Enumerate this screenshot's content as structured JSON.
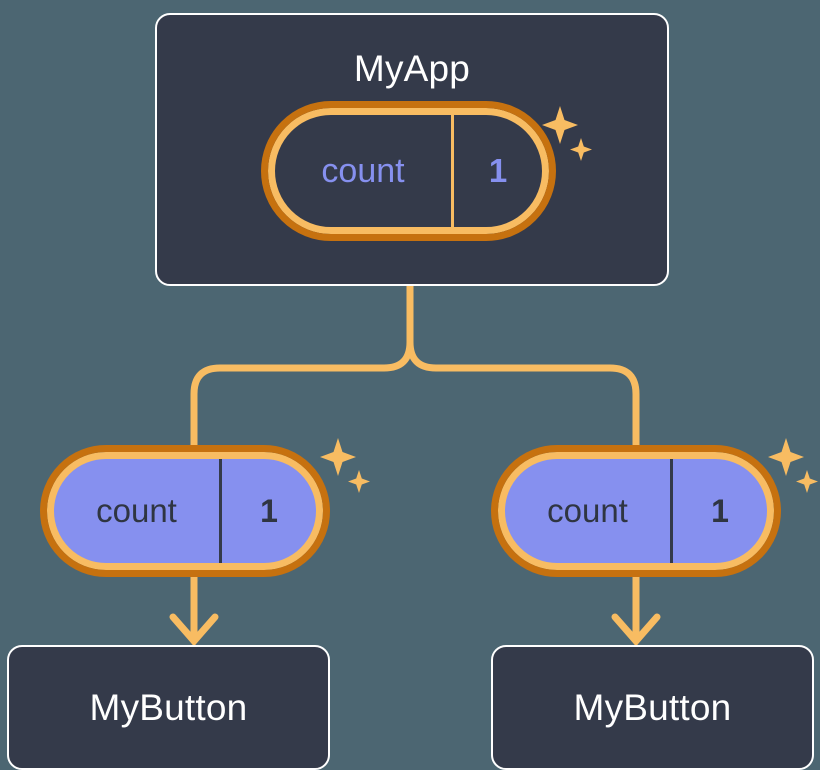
{
  "diagram": {
    "title": "MyApp",
    "theme": {
      "background": "#4c6672",
      "card_fill": "#343a4a",
      "card_border": "#ffffff",
      "accent_light": "#f8bc62",
      "accent_dark": "#c6710f",
      "state_purple": "#8690ef",
      "text_light": "#ffffff",
      "text_dark": "#2f3542"
    }
  },
  "root": {
    "label": "MyApp",
    "state": {
      "key": "count",
      "value": "1"
    }
  },
  "branches": [
    {
      "state": {
        "key": "count",
        "value": "1"
      },
      "leaf": {
        "label": "MyButton"
      }
    },
    {
      "state": {
        "key": "count",
        "value": "1"
      },
      "leaf": {
        "label": "MyButton"
      }
    }
  ],
  "icons": {
    "sparkle_large": "sparkle-icon",
    "sparkle_small": "sparkle-small-icon",
    "arrow_down": "arrow-down-icon"
  }
}
